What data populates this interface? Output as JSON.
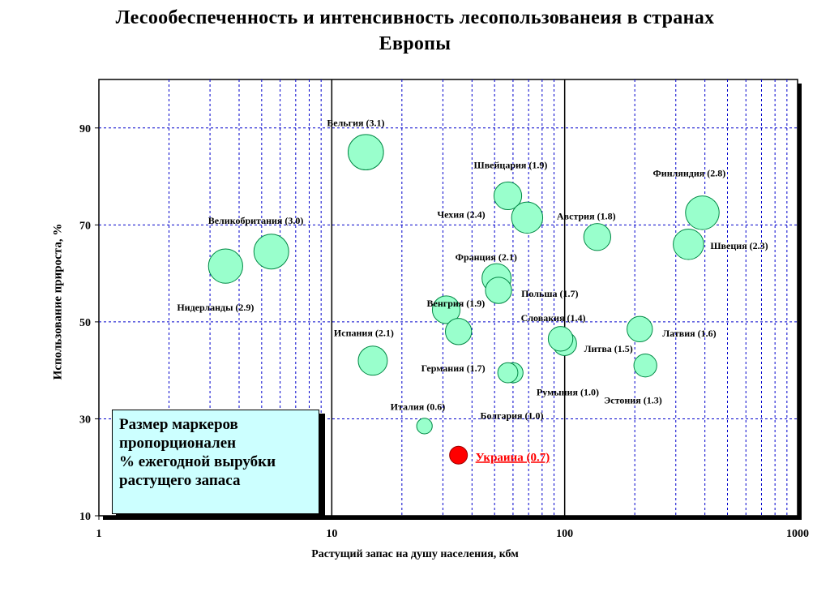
{
  "title_line1": "Лесообеспеченность и интенсивность лесопользованеия в странах",
  "title_line2": "Европы",
  "chart_data": {
    "type": "scatter",
    "title": "Лесообеспеченность и интенсивность лесопользованеия в странах Европы",
    "xlabel": "Растущий запас на душу населения, кбм",
    "ylabel": "Использование прироста, %",
    "xscale": "log",
    "xlim": [
      1,
      1000
    ],
    "ylim": [
      10,
      100
    ],
    "xticks": [
      "1",
      "10",
      "100",
      "1000"
    ],
    "yticks": [
      "10",
      "30",
      "50",
      "70",
      "90"
    ],
    "grid": true,
    "points": [
      {
        "label": "Бельгия (3.1)",
        "x": 14,
        "y": 85,
        "size": 3.1
      },
      {
        "label": "Швейцария (1.9)",
        "x": 57,
        "y": 76,
        "size": 1.9
      },
      {
        "label": "Чехия (2.4)",
        "x": 69,
        "y": 71.5,
        "size": 2.4
      },
      {
        "label": "Финляндия (2.8)",
        "x": 390,
        "y": 72.5,
        "size": 2.8
      },
      {
        "label": "Австрия (1.8)",
        "x": 138,
        "y": 67.5,
        "size": 1.8
      },
      {
        "label": "Великобритания (3.0)",
        "x": 5.5,
        "y": 64.5,
        "size": 3.0
      },
      {
        "label": "Нидерланды (2.9)",
        "x": 3.5,
        "y": 61.5,
        "size": 2.9
      },
      {
        "label": "Швеция (2.3)",
        "x": 340,
        "y": 66,
        "size": 2.3
      },
      {
        "label": "Франция (2.1)",
        "x": 51,
        "y": 59,
        "size": 2.1
      },
      {
        "label": "Польша (1.7)",
        "x": 52,
        "y": 56.5,
        "size": 1.7
      },
      {
        "label": "Венгрия (1.9)",
        "x": 31,
        "y": 52.5,
        "size": 1.9
      },
      {
        "label": "Словакия (1.4)",
        "x": 100,
        "y": 45.5,
        "size": 1.4
      },
      {
        "label": "Латвия (1.6)",
        "x": 210,
        "y": 48.5,
        "size": 1.6
      },
      {
        "label": "Испания (2.1)",
        "x": 15,
        "y": 42,
        "size": 2.1
      },
      {
        "label": "Германия (1.7)",
        "x": 35,
        "y": 48,
        "size": 1.7
      },
      {
        "label": "Литва (1.5)",
        "x": 96,
        "y": 46.5,
        "size": 1.5
      },
      {
        "label": "Румыния (1.0)",
        "x": 60,
        "y": 39.5,
        "size": 1.0
      },
      {
        "label": "Болгария (1.0)",
        "x": 57,
        "y": 39.5,
        "size": 1.0
      },
      {
        "label": "Эстония (1.3)",
        "x": 222,
        "y": 41,
        "size": 1.3
      },
      {
        "label": "Италия (0.6)",
        "x": 25,
        "y": 28.5,
        "size": 0.6
      },
      {
        "label": "Украина (0.7)",
        "x": 35,
        "y": 22.5,
        "size": 0.7,
        "highlight": true
      }
    ],
    "labels_placement": [
      {
        "text": "Бельгия (3.1)"
      },
      {
        "text": "Швейцария (1.9)"
      },
      {
        "text": "Чехия (2.4)"
      },
      {
        "text": "Финляндия (2.8)"
      },
      {
        "text": "Австрия (1.8)"
      },
      {
        "text": "Великобритания (3.0)"
      },
      {
        "text": "Нидерланды (2.9)"
      },
      {
        "text": "Швеция (2.3)"
      },
      {
        "text": "Франция (2.1)"
      },
      {
        "text": "Польша (1.7)"
      },
      {
        "text": "Венгрия (1.9)"
      },
      {
        "text": "Словакия (1.4)"
      },
      {
        "text": "Латвия (1.6)"
      },
      {
        "text": "Испания (2.1)"
      },
      {
        "text": "Германия (1.7)"
      },
      {
        "text": "Литва (1.5)"
      },
      {
        "text": "Румыния (1.0)"
      },
      {
        "text": "Болгария (1.0)"
      },
      {
        "text": "Эстония (1.3)"
      },
      {
        "text": "Италия (0.6)"
      },
      {
        "text": "Украина (0.7)"
      }
    ],
    "colors": {
      "bubble": "#99ffcc",
      "highlight": "#ff0000",
      "grid": "#0000cc",
      "plot_border": "#000000"
    }
  },
  "legend": {
    "lines": [
      "Размер маркеров",
      "пропорционален",
      "% ежегодной вырубки",
      " растущего запаса"
    ]
  }
}
